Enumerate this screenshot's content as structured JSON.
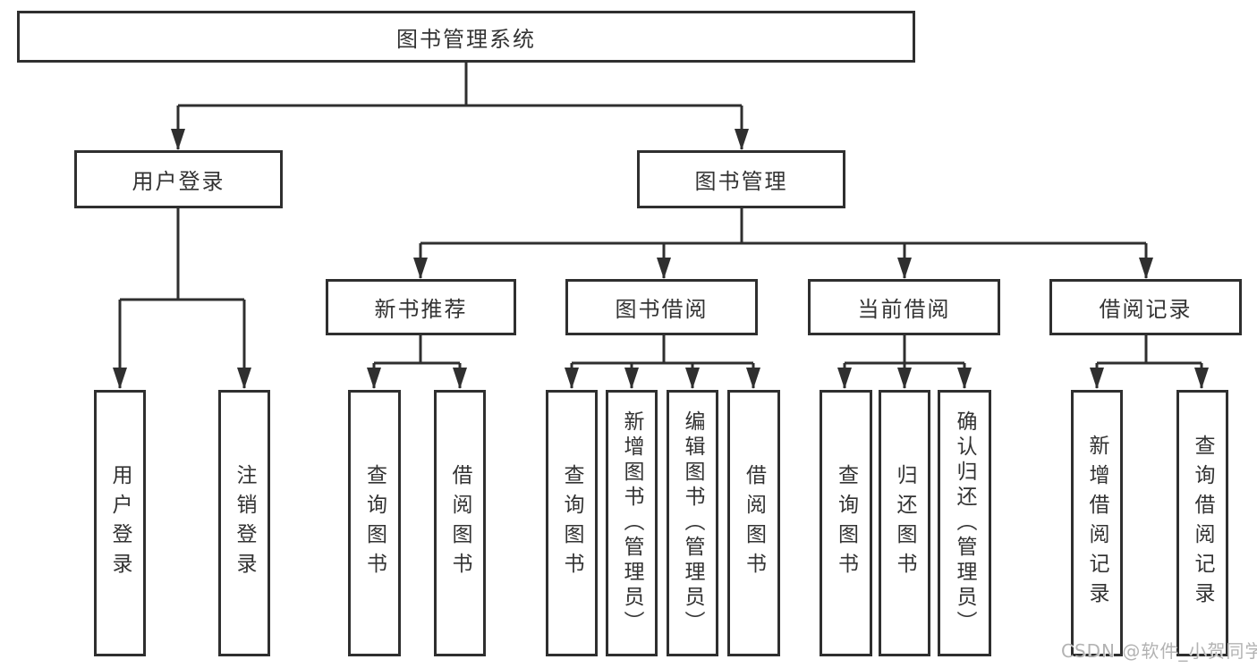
{
  "diagram": {
    "title": "图书管理系统",
    "level2": {
      "user_login": "用户登录",
      "book_mgmt": "图书管理"
    },
    "level3": {
      "new_book_rec": "新书推荐",
      "book_borrow": "图书借阅",
      "current_borrow": "当前借阅",
      "borrow_records": "借阅记录"
    },
    "leaves": {
      "user_login_leaf": "用户登录",
      "logout": "注销登录",
      "nbr_query_books": "查询图书",
      "nbr_borrow_books": "借阅图书",
      "bb_query_books": "查询图书",
      "bb_add_books": "新增图书（管理员）",
      "bb_edit_books": "编辑图书（管理员）",
      "bb_borrow_books": "借阅图书",
      "cb_query_books": "查询图书",
      "cb_return_books": "归还图书",
      "cb_confirm_return": "确认归还（管理员）",
      "br_add_record": "新增借阅记录",
      "br_query_record": "查询借阅记录"
    }
  },
  "watermark": "CSDN @软件_小贺同学",
  "colors": {
    "line": "#2f2f2f",
    "box_border": "#2f2f2f",
    "text": "#333333",
    "watermark": "#b3b3b3",
    "background": "#ffffff"
  }
}
